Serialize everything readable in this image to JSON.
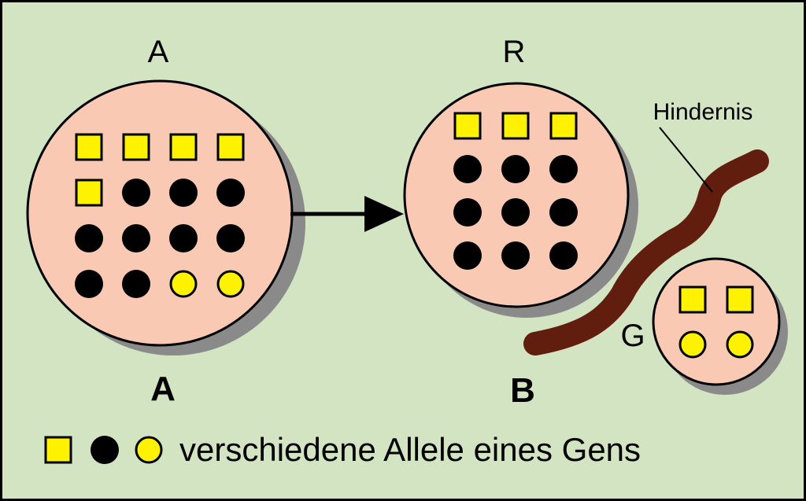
{
  "colors": {
    "background": "#d3e4c2",
    "border": "#000000",
    "population_fill": "#f9c9b4",
    "shadow": "#8a8a8a",
    "yellow_allele": "#fff200",
    "black_allele": "#000000",
    "barrier": "#611d0e"
  },
  "left_population": {
    "label": "A",
    "rows": [
      [
        "yellow-square",
        "yellow-square",
        "yellow-square",
        "yellow-square"
      ],
      [
        "yellow-square",
        "black-circle",
        "black-circle",
        "black-circle"
      ],
      [
        "black-circle",
        "black-circle",
        "black-circle",
        "black-circle"
      ],
      [
        "black-circle",
        "black-circle",
        "yellow-circle",
        "yellow-circle"
      ]
    ]
  },
  "right_population": {
    "label": "R",
    "rows": [
      [
        "yellow-square",
        "yellow-square",
        "yellow-square"
      ],
      [
        "black-circle",
        "black-circle",
        "black-circle"
      ],
      [
        "black-circle",
        "black-circle",
        "black-circle"
      ],
      [
        "black-circle",
        "black-circle",
        "black-circle"
      ]
    ]
  },
  "small_population": {
    "label": "G",
    "rows": [
      [
        "yellow-square",
        "yellow-square"
      ],
      [
        "yellow-circle",
        "yellow-circle"
      ]
    ]
  },
  "barrier": {
    "label": "Hindernis"
  },
  "panels": {
    "left": "A",
    "right": "B"
  },
  "legend": {
    "symbols": [
      "yellow-square",
      "black-circle",
      "yellow-circle"
    ],
    "text": "verschiedene Allele eines Gens"
  }
}
